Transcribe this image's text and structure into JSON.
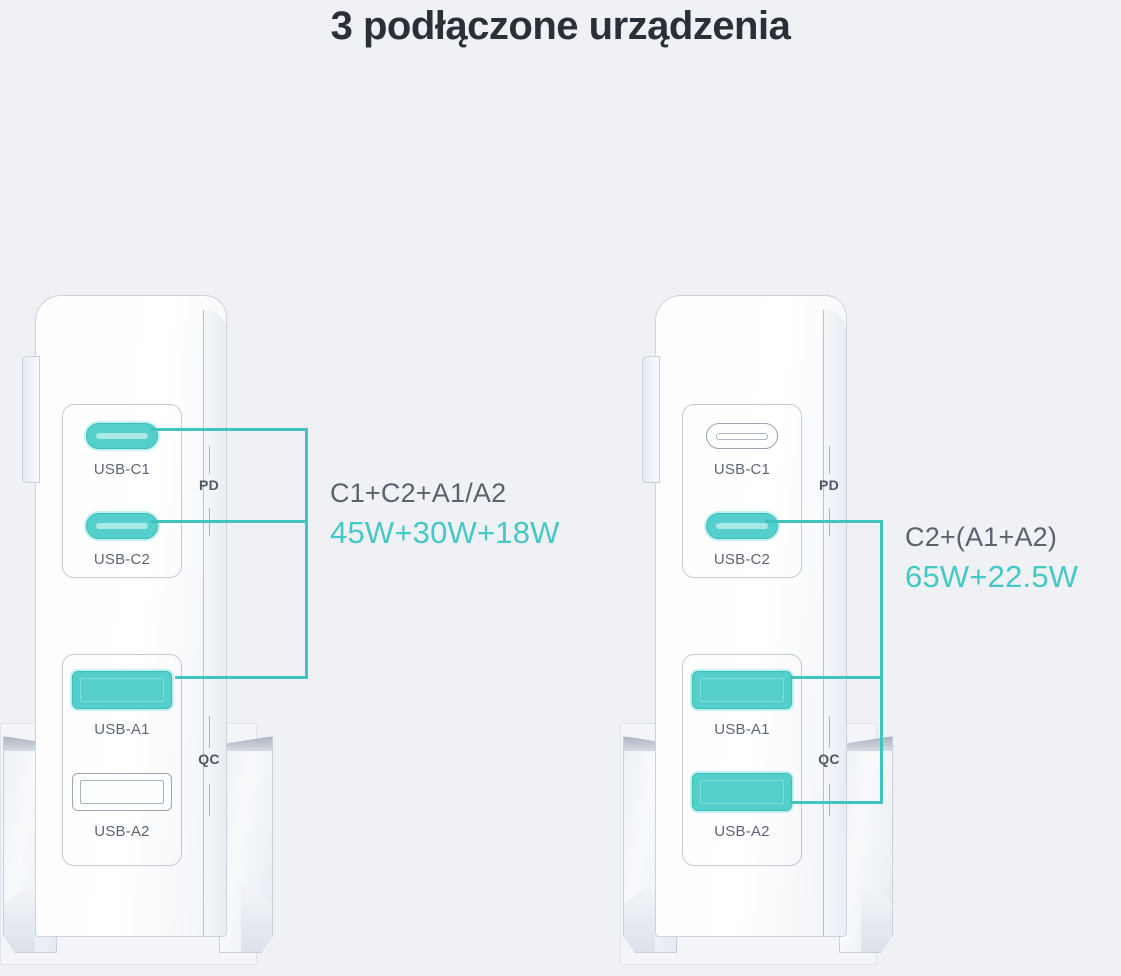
{
  "page": {
    "title": "3 podłączone urządzenia",
    "background_color": "#eff1f5",
    "accent_color": "#46c8c4",
    "text_color": "#2b3038",
    "label_color": "#5d6672"
  },
  "devices": [
    {
      "id": "left-charger",
      "name": "charger-left",
      "ports": [
        {
          "id": "usb-c1",
          "label": "USB-C1",
          "type": "usb-c",
          "active": true
        },
        {
          "id": "usb-c2",
          "label": "USB-C2",
          "type": "usb-c",
          "active": true
        },
        {
          "id": "usb-a1",
          "label": "USB-A1",
          "type": "usb-a",
          "active": true
        },
        {
          "id": "usb-a2",
          "label": "USB-A2",
          "type": "usb-a",
          "active": false
        }
      ],
      "standards": {
        "top": "PD",
        "bottom": "QC"
      },
      "callout": {
        "combination": "C1+C2+A1/A2",
        "power": "45W+30W+18W"
      }
    },
    {
      "id": "right-charger",
      "name": "charger-right",
      "ports": [
        {
          "id": "usb-c1",
          "label": "USB-C1",
          "type": "usb-c",
          "active": false
        },
        {
          "id": "usb-c2",
          "label": "USB-C2",
          "type": "usb-c",
          "active": true
        },
        {
          "id": "usb-a1",
          "label": "USB-A1",
          "type": "usb-a",
          "active": true
        },
        {
          "id": "usb-a2",
          "label": "USB-A2",
          "type": "usb-a",
          "active": true
        }
      ],
      "standards": {
        "top": "PD",
        "bottom": "QC"
      },
      "callout": {
        "combination": "C2+(A1+A2)",
        "power": "65W+22.5W"
      }
    }
  ]
}
